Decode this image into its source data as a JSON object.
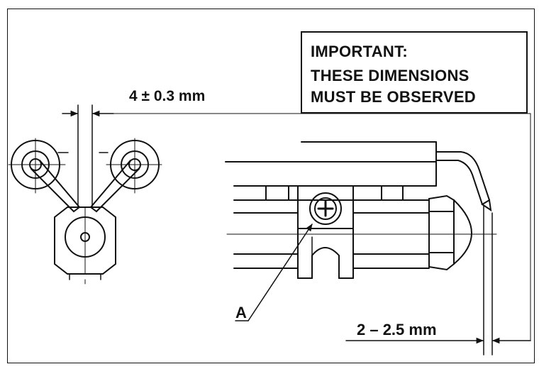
{
  "important_box": {
    "line1": "IMPORTANT:",
    "line2": "THESE  DIMENSIONS",
    "line3": "MUST BE OBSERVED"
  },
  "dimensions": {
    "electrode_gap": "4 ± 0.3 mm",
    "tip_distance": "2 – 2.5 mm"
  },
  "callouts": {
    "part_a": "A"
  },
  "colors": {
    "ink": "#111111",
    "paper": "#ffffff"
  }
}
